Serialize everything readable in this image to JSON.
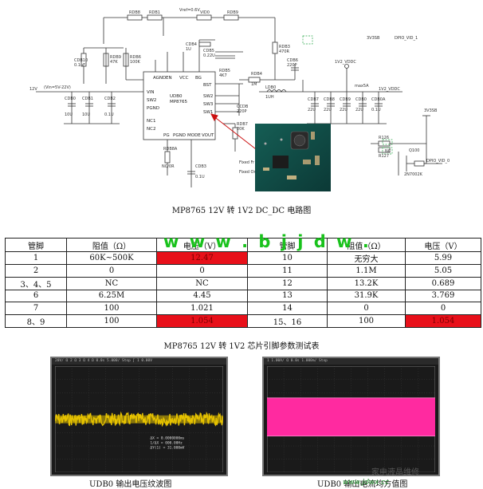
{
  "schematic": {
    "chip": {
      "name": "UDB0",
      "part": "MP8765",
      "left_pins": [
        "VIN",
        "SW2",
        "PGND",
        "NC1",
        "NC2"
      ],
      "right_pins": [
        "BST",
        "SW2",
        "SW3",
        "SW1"
      ],
      "top_pins": [
        "AGND",
        "EN",
        "VCC",
        "BG"
      ],
      "bottom_pins": [
        "PG",
        "PGND",
        "MODE",
        "VOUT"
      ]
    },
    "net_labels": {
      "vin_left": "12V",
      "vin_range": "(Vin=5V-22V)",
      "vref": "Vref=0.6V",
      "v1v2_vddc": "1V2_VDDC",
      "v1v2_vddc_out": "1V2_VDDC",
      "max5a": "max5A",
      "v3v3sb_top": "3V3SB",
      "v3v3sb_right": "3V3SB",
      "vid1": "DPIO_VID_1",
      "vid0": "DPIO_VID_0",
      "nc_label": "NC",
      "nc_res": "NC/0R",
      "fixed_f": "Fixed Fr",
      "fixed_c": "Fixed Or"
    },
    "components": {
      "rdb8": "RDB8",
      "rdb1": "RDB1",
      "vid0_r": "VID0",
      "rdb9": "RDB9",
      "cdb10": "CDB10",
      "cdb10v": "0.1uF",
      "rdb9b": "RDB9",
      "rdb9v": "47K",
      "rdb6": "RDB6",
      "rdb6v": "100K",
      "cdb4": "CDB4",
      "cdb4v": "1U",
      "cdb5": "CDB5",
      "cdb5v": "0.22U",
      "rdb3": "RDB3",
      "rdb3v": "470R",
      "cdb6": "CDB6",
      "cdb6v": "220P",
      "cdb0": "CDB0",
      "cdb0v": "10U",
      "cdb1": "CDB1",
      "cdb1v": "10U",
      "cdb2": "CDB2",
      "cdb2v": "0.1U",
      "rdb5": "RDB5",
      "rdb5v": "4K7",
      "ldb0": "LDB0",
      "ldb0v": "1UH",
      "rdb4": "RDB4",
      "rdb4v": "1M",
      "cdb7": "CDB7",
      "cdb7v": "22U",
      "cdb8": "CDB8",
      "cdb8v": "22U",
      "cdb9": "CDB9",
      "cdb9v": "22U",
      "cdb0b": "CDB0",
      "cdb0bv": "22U",
      "cdb0a": "CDB0A",
      "cdb0av": "0.1U",
      "rdb7": "RDB7",
      "rdb7v": "20K",
      "ccb": "CCDB",
      "ccbv": "220P",
      "rdba": "RDB8A",
      "cdb3": "CDB3",
      "cdb3v": "0.1U",
      "r126": "R126",
      "r127": "R127",
      "q100": "Q100",
      "q100v": "2N7002K"
    }
  },
  "captions": {
    "schematic": "MP8765 12V 转 1V2 DC_DC 电路图",
    "table": "MP8765 12V 转 1V2  芯片引脚参数测试表",
    "scope_left": "UDB0  输出电压纹波图",
    "scope_right": "UDB0  输出电流均方值图"
  },
  "watermark": "w w w . b j j d w .",
  "table": {
    "headers": [
      "管脚",
      "阻值（Ω）",
      "电压（V）",
      "管脚",
      "阻值（Ω）",
      "电压（V）"
    ],
    "rows": [
      {
        "cells": [
          "1",
          "60K~500K",
          "12.47",
          "10",
          "无穷大",
          "5.99"
        ],
        "red": [
          2
        ]
      },
      {
        "cells": [
          "2",
          "0",
          "0",
          "11",
          "1.1M",
          "5.05"
        ],
        "red": []
      },
      {
        "cells": [
          "3、4、5",
          "NC",
          "NC",
          "12",
          "13.2K",
          "0.689"
        ],
        "red": []
      },
      {
        "cells": [
          "6",
          "6.25M",
          "4.45",
          "13",
          "31.9K",
          "3.769"
        ],
        "red": []
      },
      {
        "cells": [
          "7",
          "100",
          "1.021",
          "14",
          "0",
          "0"
        ],
        "red": []
      },
      {
        "cells": [
          "8、9",
          "100",
          "1.054",
          "15、16",
          "100",
          "1.054"
        ],
        "red": [
          2,
          5
        ]
      }
    ]
  },
  "scopes": {
    "left": {
      "topbar": "20V/   Ω   2   Ω   3   Ω   4   Ω     0.0s   5.000/   Stop   ∫   1   0.00V",
      "meas1": "ΔX = 0.0000000ms",
      "meas2": "1/ΔX = 000.00Hz",
      "meas3": "ΔY(1) = 31.000mV",
      "color": "#e6c200"
    },
    "right": {
      "topbar": "1   1.00A/     Ω   0.0s   1.000m/   Stop",
      "color": "#ff2aa0"
    }
  },
  "logo": {
    "text": "家电液晶维修",
    "url": "www.jdwx.cc"
  }
}
